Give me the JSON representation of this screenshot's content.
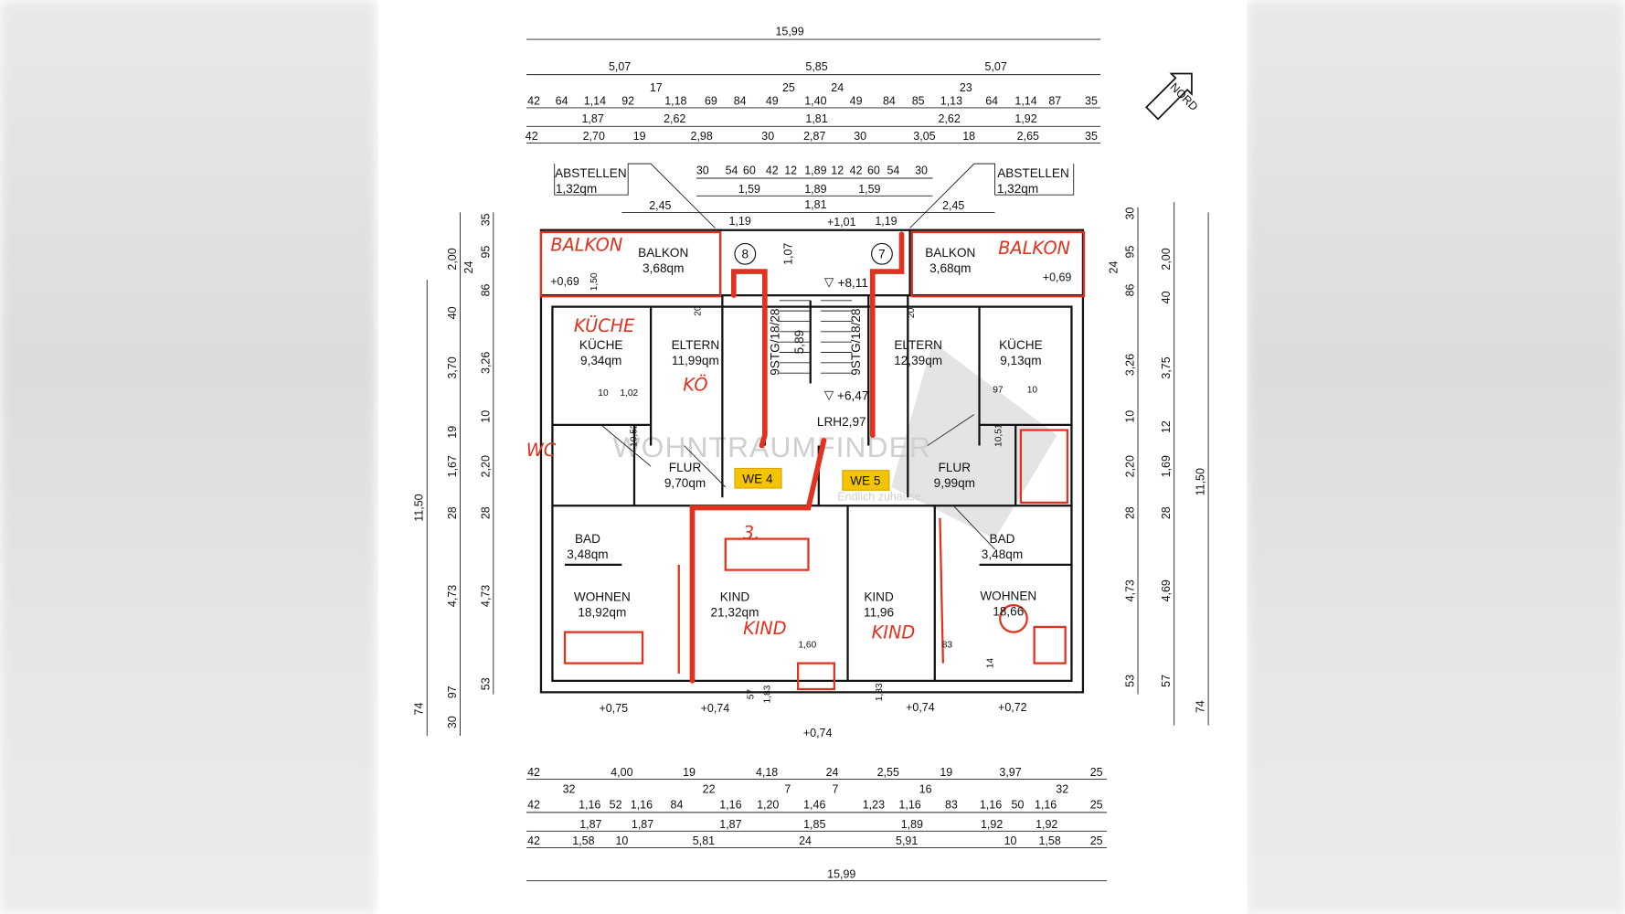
{
  "dimensions": {
    "top_total": "15,99",
    "top_row1": [
      "5,07",
      "5,85",
      "5,07"
    ],
    "top_row2_small": [
      "17",
      "25",
      "24",
      "23"
    ],
    "top_row2": [
      "42",
      "64",
      "1,14",
      "92",
      "1,18",
      "69",
      "84",
      "49",
      "1,40",
      "49",
      "84",
      "85",
      "1,13",
      "64",
      "1,14",
      "87",
      "35"
    ],
    "top_row3": [
      "1,87",
      "2,62",
      "1,81",
      "2,62",
      "1,92"
    ],
    "top_row4": [
      "42",
      "2,70",
      "19",
      "2,98",
      "30",
      "2,87",
      "30",
      "3,05",
      "18",
      "2,65",
      "35"
    ],
    "stair_row1": [
      "30",
      "54",
      "60",
      "42",
      "12",
      "1,89",
      "12",
      "42",
      "60",
      "54",
      "30"
    ],
    "stair_row2": [
      "1,59",
      "1,89",
      "1,59"
    ],
    "stair_row3": [
      "2,45",
      "1,81",
      "2,45"
    ],
    "stair_row4": [
      "1,19",
      "1,19",
      "+1,01"
    ],
    "left_outer": [
      "2,00",
      "40",
      "3,70",
      "19",
      "1,67",
      "28",
      "4,73",
      "97",
      "30"
    ],
    "left_total": [
      "11,50",
      "74"
    ],
    "left_inner": [
      "35",
      "95",
      "24",
      "86",
      "3,26",
      "10",
      "2,20",
      "28",
      "4,73",
      "53"
    ],
    "right_inner": [
      "30",
      "95",
      "24",
      "86",
      "3,26",
      "10",
      "2,20",
      "28",
      "4,73",
      "53"
    ],
    "right_outer": [
      "2,00",
      "40",
      "3,75",
      "12",
      "1,69",
      "28",
      "4,69",
      "57"
    ],
    "right_total": [
      "11,50",
      "74"
    ],
    "bottom_row1": [
      "42",
      "4,00",
      "19",
      "4,18",
      "24",
      "2,55",
      "19",
      "3,97",
      "25"
    ],
    "bottom_row1_small": [
      "32",
      "22",
      "7",
      "7",
      "16",
      "32"
    ],
    "bottom_row2": [
      "42",
      "1,16",
      "52",
      "1,16",
      "84",
      "1,16",
      "1,20",
      "1,46",
      "1,23",
      "1,16",
      "83",
      "1,16",
      "50",
      "1,16",
      "25"
    ],
    "bottom_row3": [
      "1,87",
      "1,87",
      "1,87",
      "1,85",
      "1,89",
      "1,92",
      "1,92"
    ],
    "bottom_row4": [
      "42",
      "1,58",
      "10",
      "5,81",
      "24",
      "5,91",
      "10",
      "1,58",
      "25"
    ],
    "bottom_total": "15,99"
  },
  "storage": [
    {
      "name": "ABSTELLEN",
      "area": "1,32qm"
    },
    {
      "name": "ABSTELLEN",
      "area": "1,32qm"
    }
  ],
  "rooms": [
    {
      "name": "BALKON",
      "area": "3,68qm"
    },
    {
      "name": "BALKON",
      "area": "3,68qm"
    },
    {
      "name": "KÜCHE",
      "area": "9,34qm"
    },
    {
      "name": "ELTERN",
      "area": "11,99qm"
    },
    {
      "name": "ELTERN",
      "area": "12,39qm"
    },
    {
      "name": "KÜCHE",
      "area": "9,13qm"
    },
    {
      "name": "FLUR",
      "area": "9,70qm"
    },
    {
      "name": "FLUR",
      "area": "9,99qm"
    },
    {
      "name": "BAD",
      "area": "3,48qm"
    },
    {
      "name": "BAD",
      "area": "3,48qm"
    },
    {
      "name": "WOHNEN",
      "area": "18,92qm"
    },
    {
      "name": "KIND",
      "area": "21,32qm"
    },
    {
      "name": "KIND",
      "area": "11,96"
    },
    {
      "name": "WOHNEN",
      "area": "18,66"
    }
  ],
  "units": {
    "we4": "WE 4",
    "we5": "WE 5",
    "badge_color": "#f5c400"
  },
  "stair": {
    "left": "9STG/18/28",
    "right": "9STG/18/28",
    "length": "5,89",
    "upper": "+8,11",
    "lower": "+6,47",
    "headroom": "LRH2,97",
    "door_left": "8",
    "door_right": "7",
    "width": "1,07"
  },
  "levels": [
    "+0,69",
    "+0,69",
    "+0,75",
    "+0,74",
    "+0,74",
    "+0,72",
    "+0,74"
  ],
  "misc_dims": [
    "1,50",
    "10",
    "1,02",
    "10,52",
    "10,51",
    "97",
    "10",
    "20",
    "20",
    "1,60",
    "83",
    "14",
    "57",
    "1,83",
    "1,83"
  ],
  "north": "NORD",
  "annotations": {
    "color": "#e0321e",
    "balkon_left": "BALKON",
    "balkon_right": "BALKON",
    "kueche": "KÜCHE",
    "ko": "KÖ",
    "wc": "WC",
    "third": "3.",
    "kind1": "KIND",
    "kind2": "KIND"
  },
  "watermark": {
    "brand": "WOHNTRAUMFINDER",
    "tagline": "Endlich zuhause."
  }
}
